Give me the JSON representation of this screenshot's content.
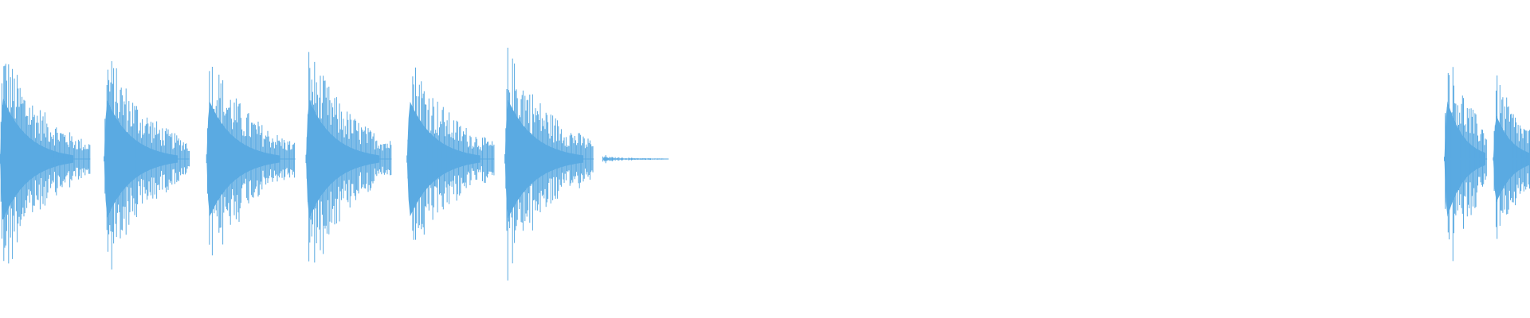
{
  "waveform": {
    "color": "#5aaae2",
    "background": "#ffffff",
    "bursts": [
      {
        "onset": 0.0,
        "decay": 0.03,
        "peak": 0.98,
        "tail": 0.05,
        "tail_end": 0.059
      },
      {
        "onset": 0.068,
        "decay": 0.03,
        "peak": 0.95,
        "tail": 0.04,
        "tail_end": 0.124
      },
      {
        "onset": 0.135,
        "decay": 0.03,
        "peak": 0.93,
        "tail": 0.04,
        "tail_end": 0.193
      },
      {
        "onset": 0.2,
        "decay": 0.03,
        "peak": 0.96,
        "tail": 0.04,
        "tail_end": 0.256
      },
      {
        "onset": 0.266,
        "decay": 0.03,
        "peak": 0.93,
        "tail": 0.04,
        "tail_end": 0.323
      },
      {
        "onset": 0.33,
        "decay": 0.032,
        "peak": 0.95,
        "tail": 0.04,
        "tail_end": 0.388
      },
      {
        "onset": 0.394,
        "decay": 0.004,
        "peak": 0.05,
        "tail": 0.02,
        "tail_end": 0.437
      },
      {
        "onset": 0.944,
        "decay": 0.02,
        "peak": 1.0,
        "tail": 0.02,
        "tail_end": 0.972
      },
      {
        "onset": 0.976,
        "decay": 0.02,
        "peak": 0.75,
        "tail": 0.02,
        "tail_end": 1.0
      }
    ]
  }
}
